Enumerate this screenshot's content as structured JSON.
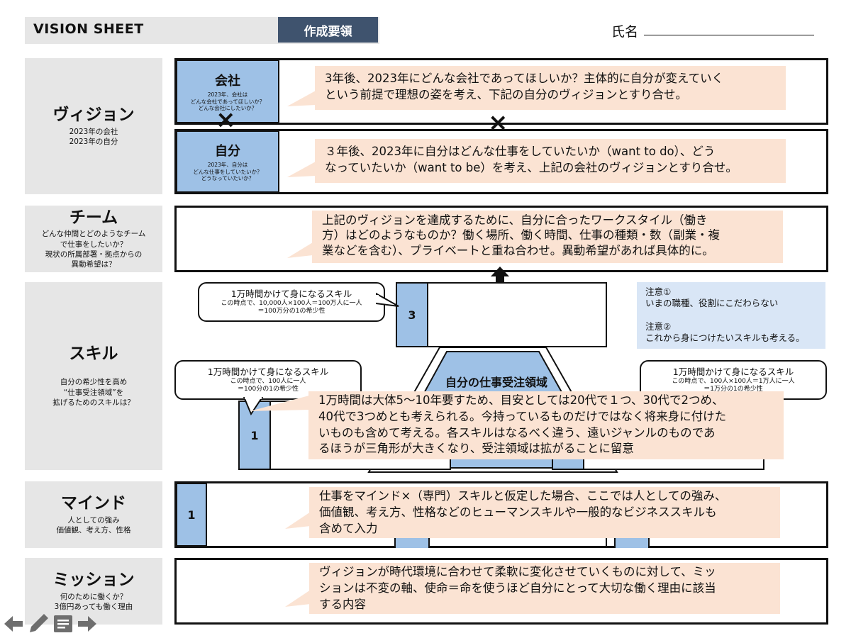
{
  "header": {
    "title": "VISION SHEET",
    "tag": "作成要領",
    "name_label": "氏名"
  },
  "categories": {
    "vision": {
      "title": "ヴィジョン",
      "sub": "2023年の会社\n2023年の自分"
    },
    "team": {
      "title": "チーム",
      "sub": "どんな仲間とどのようなチーム\nで仕事をしたいか？\n現状の所属部署・拠点からの\n異動希望は？"
    },
    "skill": {
      "title": "スキル",
      "sub": "自分の希少性を高め\n“仕事受注領域”を\n拡げるためのスキルは？"
    },
    "mind": {
      "title": "マインド",
      "sub": "人としての強み\n価値観、考え方、性格"
    },
    "mission": {
      "title": "ミッション",
      "sub": "何のために働くか？\n3億円あっても働く理由"
    }
  },
  "vision": {
    "company": {
      "title": "会社",
      "sub": "2023年、会社は\nどんな会社であってほしいか？\nどんな会社にしたいか？",
      "note": "3年後、2023年にどんな会社であってほしいか？主体的に自分が変えていく\nという前提で理想の姿を考え、下記の自分のヴィジョンとすり合せ。"
    },
    "self": {
      "title": "自分",
      "sub": "2023年、自分は\nどんな仕事をしていたいか？\nどうなっていたいか？",
      "note": "３年後、2023年に自分はどんな仕事をしていたいか（want to do）、どう\nなっていたいか（want to be）を考え、上記の会社のヴィジョンとすり合せ。"
    },
    "mark": "×"
  },
  "team": {
    "note": "上記のヴィジョンを達成するために、自分に合ったワークスタイル（働き\n方）はどのようなものか？働く場所、働く時間、仕事の種類・数（副業・複\n業などを含む）、プライベートと重ね合わせ。異動希望があれば具体的に。"
  },
  "skill": {
    "bubbles": [
      {
        "title": "1万時間かけて身になるスキル",
        "detail": "この時点で、10,000人×100人＝100万人に一人\n＝100万分の1の希少性"
      },
      {
        "title": "1万時間かけて身になるスキル",
        "detail": "この時点で、100人に一人\n＝100分の1の希少性"
      },
      {
        "title": "1万時間かけて身になるスキル",
        "detail": "この時点で、100人×100人＝1万人に一人\n＝1万分の1の希少性"
      }
    ],
    "num_1": "1",
    "num_3": "3",
    "area_label": "自分の仕事受注領域",
    "caution": "注意①\nいまの職種、役割にこだわらない\n\n注意②\nこれから身につけたいスキルも考える。",
    "note": "1万時間は大体5〜10年要すため、目安としては20代で１つ、30代で2つめ、\n40代で3つめとも考えられる。今持っているものだけではなく将来身に付けた\nいものも含めて考える。各スキルはなるべく違う、遠いジャンルのものであ\nるほうが三角形が大きくなり、受注領域は拡がることに留意"
  },
  "mind": {
    "num": "1",
    "note": "仕事をマインド×（専門）スキルと仮定した場合、ここでは人としての強み、\n価値観、考え方、性格などのヒューマンスキルや一般的なビジネススキルも\n含めて入力"
  },
  "mission": {
    "note": "ヴィジョンが時代環境に合わせて柔軟に変化させていくものに対して、ミッ\nションは不変の軸、使命＝命を使うほど自分にとって大切な働く理由に該当\nする内容"
  },
  "nav": {
    "back_icon": "arrow-left-icon",
    "pen_icon": "pen-icon",
    "notes_icon": "notes-icon",
    "forward_icon": "arrow-right-icon"
  },
  "colors": {
    "blue": "#9ec1e6",
    "peach": "#fbe3d3",
    "tag": "#3f536e",
    "gray": "#e6e6e6"
  }
}
